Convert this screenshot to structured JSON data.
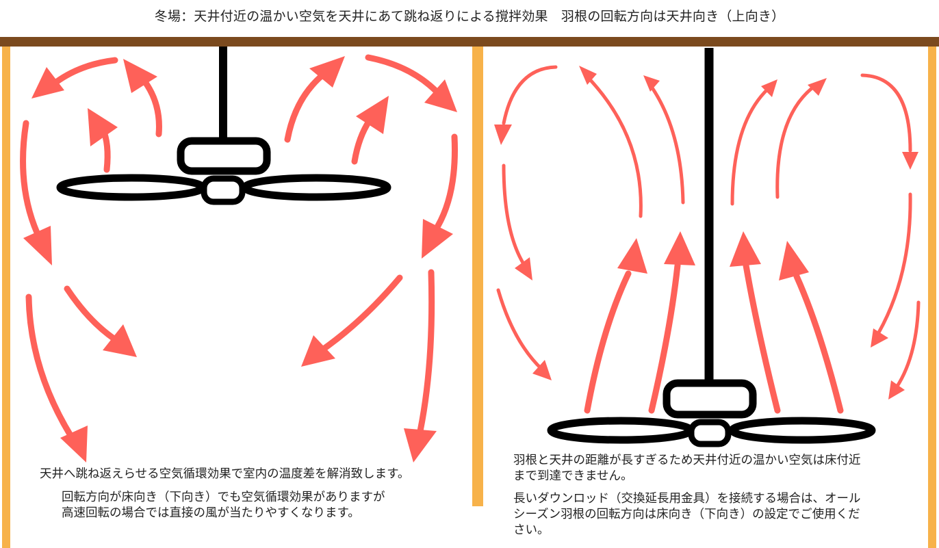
{
  "title": "冬場：天井付近の温かい空気を天井にあて跳ね返りによる撹拌効果　羽根の回転方向は天井向き（上向き）",
  "left_panel": {
    "caption_1": "天井へ跳ね返えらせる空気循環効果で室内の温度差を解消致します。",
    "caption_2_line1": "回転方向が床向き（下向き）でも空気循環効果がありますが",
    "caption_2_line2": "高速回転の場合では直接の風が当たりやすくなります。"
  },
  "right_panel": {
    "caption_1_line1": "羽根と天井の距離が長すぎるため天井付近の温かい空気は床付近",
    "caption_1_line2": "まで到達できません。",
    "caption_2_line1": "長いダウンロッド（交換延長用金具）を接続する場合は、オール",
    "caption_2_line2": "シーズン羽根の回転方向は床向き（下向き）の設定でご使用くだ",
    "caption_2_line3": "さい。"
  },
  "colors": {
    "ceiling": "#7b4a1e",
    "wall": "#f7b24a",
    "arrow": "#fe6159",
    "fan": "#000000"
  }
}
